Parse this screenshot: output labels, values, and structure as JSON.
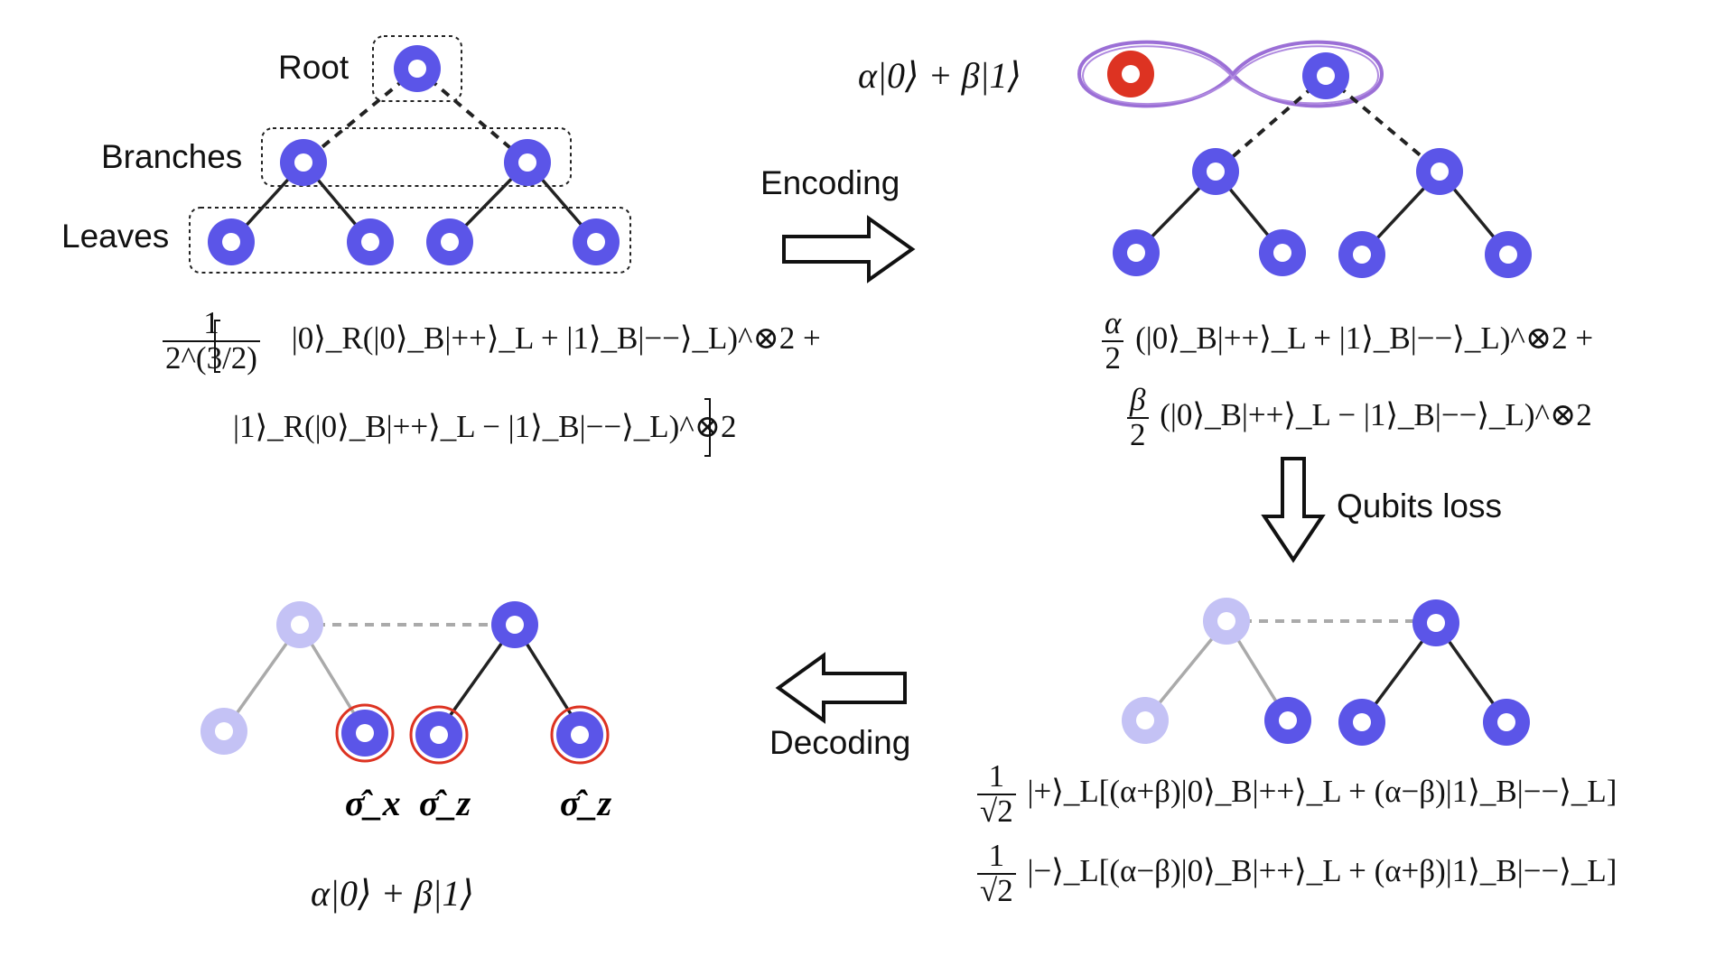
{
  "labels": {
    "root": "Root",
    "branches": "Branches",
    "leaves": "Leaves",
    "encoding": "Encoding",
    "qubits_loss": "Qubits loss",
    "decoding": "Decoding"
  },
  "state_input": "α|0⟩ + β|1⟩",
  "state_output": "α|0⟩ + β|1⟩",
  "eq1": {
    "prefactor_num": "1",
    "prefactor_den": "2^(3/2)",
    "line1": "|0⟩_R(|0⟩_B|++⟩_L + |1⟩_B|−−⟩_L)^⊗2 +",
    "line2": "|1⟩_R(|0⟩_B|++⟩_L − |1⟩_B|−−⟩_L)^⊗2"
  },
  "eq2": {
    "line1_num": "α",
    "line1_den": "2",
    "line1": "(|0⟩_B|++⟩_L + |1⟩_B|−−⟩_L)^⊗2 +",
    "line2_num": "β",
    "line2_den": "2",
    "line2": "(|0⟩_B|++⟩_L − |1⟩_B|−−⟩_L)^⊗2"
  },
  "eq3": {
    "line1_num": "1",
    "line1_den": "√2",
    "line1": "|+⟩_L[(α+β)|0⟩_B|++⟩_L + (α−β)|1⟩_B|−−⟩_L]",
    "line2_num": "1",
    "line2_den": "√2",
    "line2": "|−⟩_L[(α−β)|0⟩_B|++⟩_L + (α+β)|1⟩_B|−−⟩_L]"
  },
  "measurements": [
    "σ̂_x",
    "σ̂_z",
    "σ̂_z"
  ],
  "colors": {
    "qubit": "#5b55e8",
    "qubit_lost": "#c4c2f5",
    "input_qubit": "#dd3322",
    "entangle_loop": "#9b6fd6",
    "measure_ring": "#dd3322",
    "lost_edge": "#aaaaaa"
  }
}
